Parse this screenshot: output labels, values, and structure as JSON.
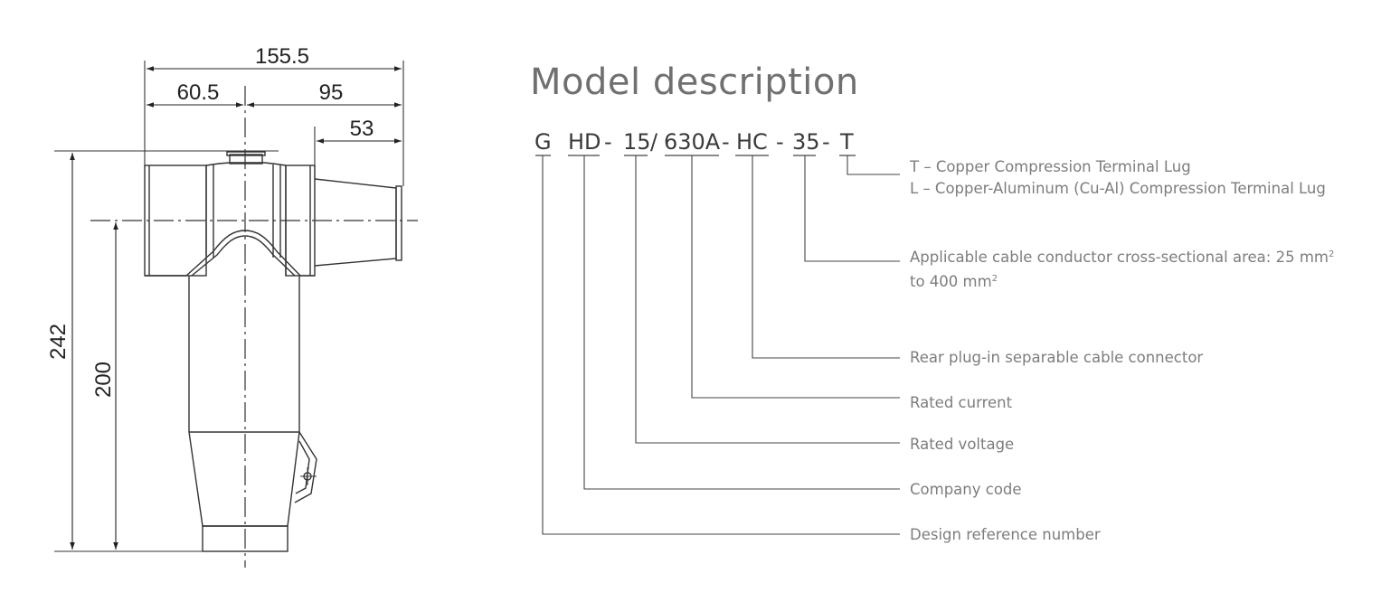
{
  "title": "Model description",
  "model_code": [
    {
      "id": "g",
      "text": "G"
    },
    {
      "id": "hd",
      "text": "HD"
    },
    {
      "id": "sep1",
      "text": "-"
    },
    {
      "id": "15",
      "text": "15"
    },
    {
      "id": "slash",
      "text": "/"
    },
    {
      "id": "630a",
      "text": "630A"
    },
    {
      "id": "sep2",
      "text": "-"
    },
    {
      "id": "hc",
      "text": "HC"
    },
    {
      "id": "sep3",
      "text": "-"
    },
    {
      "id": "35",
      "text": "35"
    },
    {
      "id": "sep4",
      "text": "-"
    },
    {
      "id": "t",
      "text": "T"
    }
  ],
  "descriptions": {
    "t_line1": "T – Copper Compression Terminal Lug",
    "t_line2": "L – Copper-Aluminum (Cu-Al) Compression Terminal Lug",
    "area_line1": "Applicable cable conductor cross-sectional area: 25 mm",
    "area_line2": "to 400 mm",
    "area_sup": "2",
    "connector": "Rear plug-in separable cable connector",
    "current": "Rated current",
    "voltage": "Rated voltage",
    "company": "Company code",
    "design": "Design reference number"
  },
  "dimensions": {
    "overall_width": "155.5",
    "left_width": "60.5",
    "right_width": "95",
    "bushing_width": "53",
    "overall_height": "242",
    "axis_height": "200"
  }
}
